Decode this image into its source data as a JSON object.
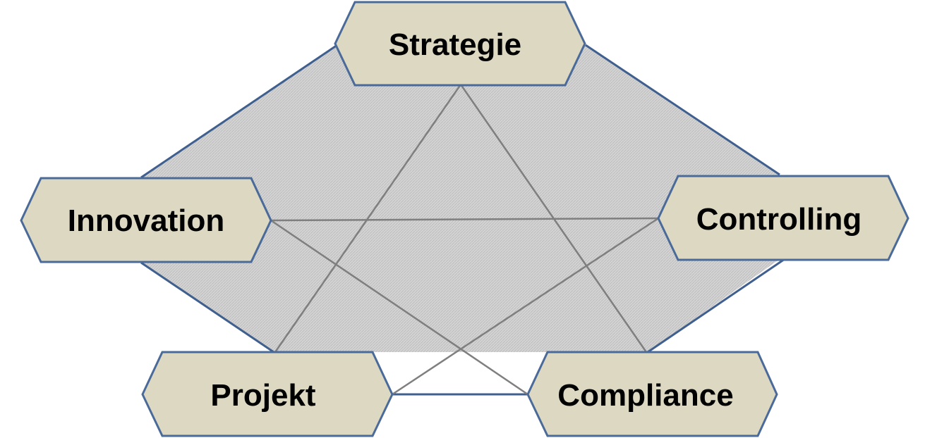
{
  "colors": {
    "node_fill": "#DDD8C2",
    "node_stroke": "#4A6B9A",
    "outline_stroke": "#3F5F8F",
    "connector": "#7F7F7F",
    "hatch_fill": "#D4D4D4",
    "hatch_line": "#BDBDBD"
  },
  "nodes": {
    "strategie": {
      "label": "Strategie"
    },
    "innovation": {
      "label": "Innovation"
    },
    "controlling": {
      "label": "Controlling"
    },
    "projekt": {
      "label": "Projekt"
    },
    "compliance": {
      "label": "Compliance"
    }
  },
  "connections": [
    [
      "strategie",
      "projekt"
    ],
    [
      "strategie",
      "compliance"
    ],
    [
      "innovation",
      "controlling"
    ],
    [
      "innovation",
      "compliance"
    ],
    [
      "projekt",
      "controlling"
    ]
  ]
}
